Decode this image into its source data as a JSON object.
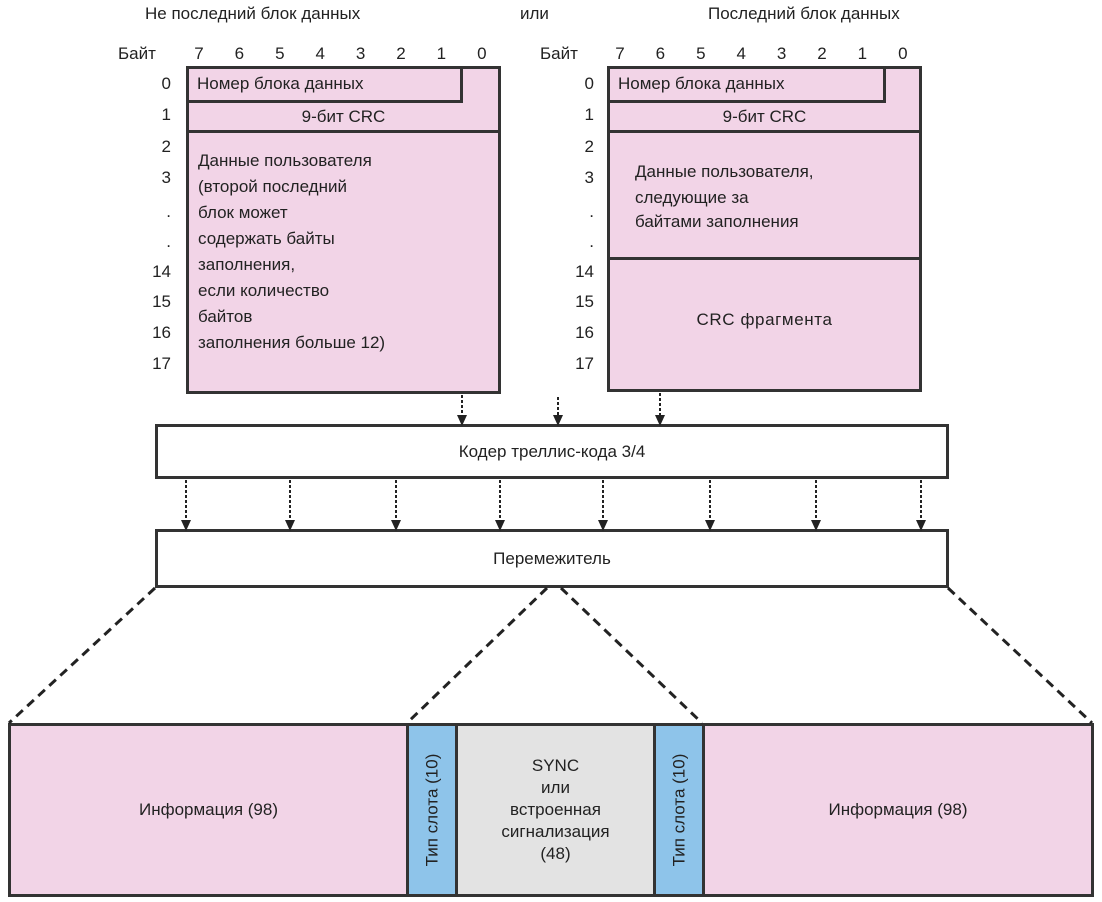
{
  "titles": {
    "left": "Не последний блок данных",
    "or": "или",
    "right": "Последний блок данных"
  },
  "byte_header": "Байт",
  "bits": [
    "7",
    "6",
    "5",
    "4",
    "3",
    "2",
    "1",
    "0"
  ],
  "byte_rows": [
    "0",
    "1",
    "2",
    "3",
    ".",
    ".",
    "14",
    "15",
    "16",
    "17"
  ],
  "left_block": {
    "block_number": "Номер блока данных",
    "crc9": "9-бит CRC",
    "user_data_lines": [
      "Данные пользователя",
      "(второй последний",
      "блок может",
      "содержать байты",
      "заполнения,",
      "если количество",
      "байтов",
      "заполнения больше 12)"
    ]
  },
  "right_block": {
    "block_number": "Номер блока данных",
    "crc9": "9-бит CRC",
    "user_data_lines": [
      "Данные пользователя,",
      "следующие за",
      "байтами заполнения"
    ],
    "fragment_crc": "CRC фрагмента"
  },
  "encoder": {
    "label": "Кодер треллис-кода 3/4"
  },
  "interleaver": {
    "label": "Перемежитель"
  },
  "burst": {
    "info_left": "Информация (98)",
    "slot_type_left": "Тип слота (10)",
    "sync_lines": [
      "SYNC",
      "или",
      "встроенная",
      "сигнализация",
      "(48)"
    ],
    "slot_type_right": "Тип слота (10)",
    "info_right": "Информация (98)"
  },
  "colors": {
    "data_fill": "#f2d4e7",
    "slot_type_fill": "#8ec4ea",
    "sync_fill": "#e3e3e3",
    "stroke": "#333333"
  }
}
